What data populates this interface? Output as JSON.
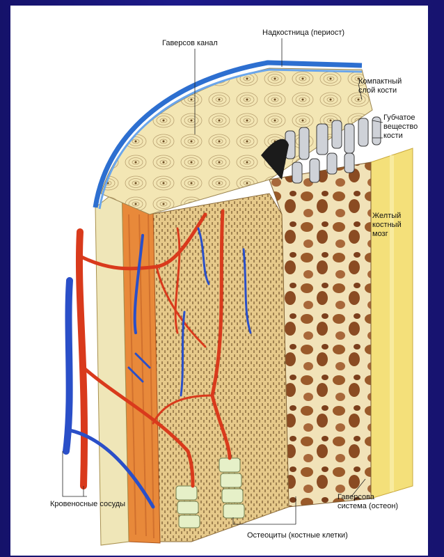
{
  "labels": {
    "haversian_canal": "Гаверсов канал",
    "periosteum": "Надкостница (периост)",
    "compact_layer_1": "Компактный",
    "compact_layer_2": "слой кости",
    "spongy_1": "Губчатое",
    "spongy_2": "вещество",
    "spongy_3": "кости",
    "marrow_1": "Желтый",
    "marrow_2": "костный",
    "marrow_3": "мозг",
    "vessels": "Кровеносные сосуды",
    "osteon_1": "Гаверсова",
    "osteon_2": "система (остеон)",
    "osteocytes": "Остеоциты (костные клетки)"
  },
  "colors": {
    "background": "#1a177c",
    "artery": "#d93a1c",
    "vein": "#2a4fc8",
    "periosteum": "#2d6fd0",
    "compact_bone": "#efe0a2",
    "spongy_bone": "#d7b48a",
    "yellow_marrow": "#f4e07a"
  }
}
